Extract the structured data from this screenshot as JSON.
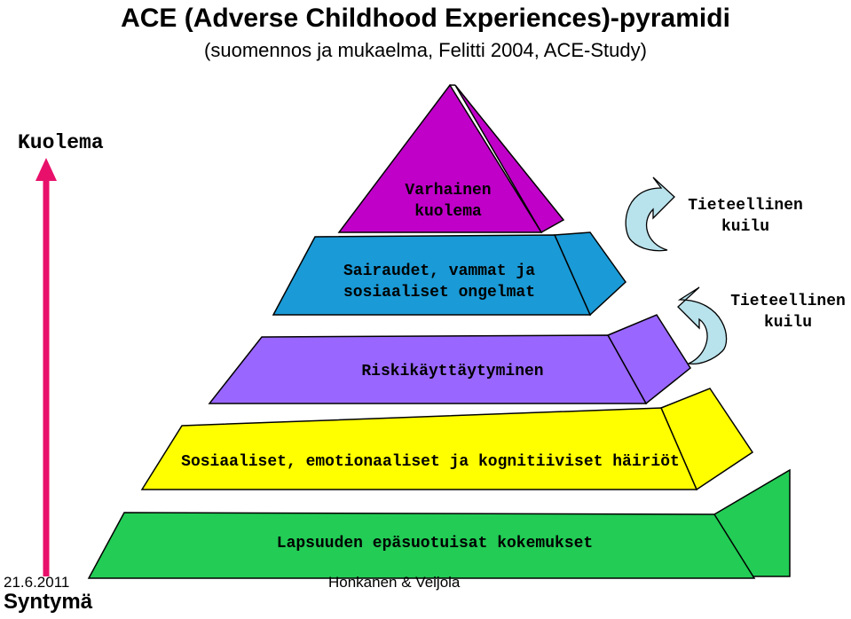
{
  "title": "ACE (Adverse Childhood Experiences)-pyramidi",
  "subtitle": "(suomennos ja mukaelma, Felitti 2004, ACE-Study)",
  "axis": {
    "top_label": "Kuolema",
    "bottom_label": "Syntymä",
    "arrow_color": "#e8106a"
  },
  "levels": [
    {
      "line1": "Varhainen",
      "line2": "kuolema",
      "color": "#c000c8"
    },
    {
      "line1": "Sairaudet, vammat ja",
      "line2": "sosiaaliset ongelmat",
      "color": "#1a9ad6"
    },
    {
      "line1": "Riskikäyttäytyminen",
      "line2": "",
      "color": "#9966ff"
    },
    {
      "line1": "Sosiaaliset, emotionaaliset ja kognitiiviset häiriöt",
      "line2": "",
      "color": "#ffff00"
    },
    {
      "line1": "Lapsuuden epäsuotuisat kokemukset",
      "line2": "",
      "color": "#22cc55"
    }
  ],
  "gaps": [
    {
      "line1": "Tieteellinen",
      "line2": "kuilu"
    },
    {
      "line1": "Tieteellinen",
      "line2": "kuilu"
    }
  ],
  "footer": {
    "date": "21.6.2011",
    "authors": "Honkanen & Veijola"
  }
}
